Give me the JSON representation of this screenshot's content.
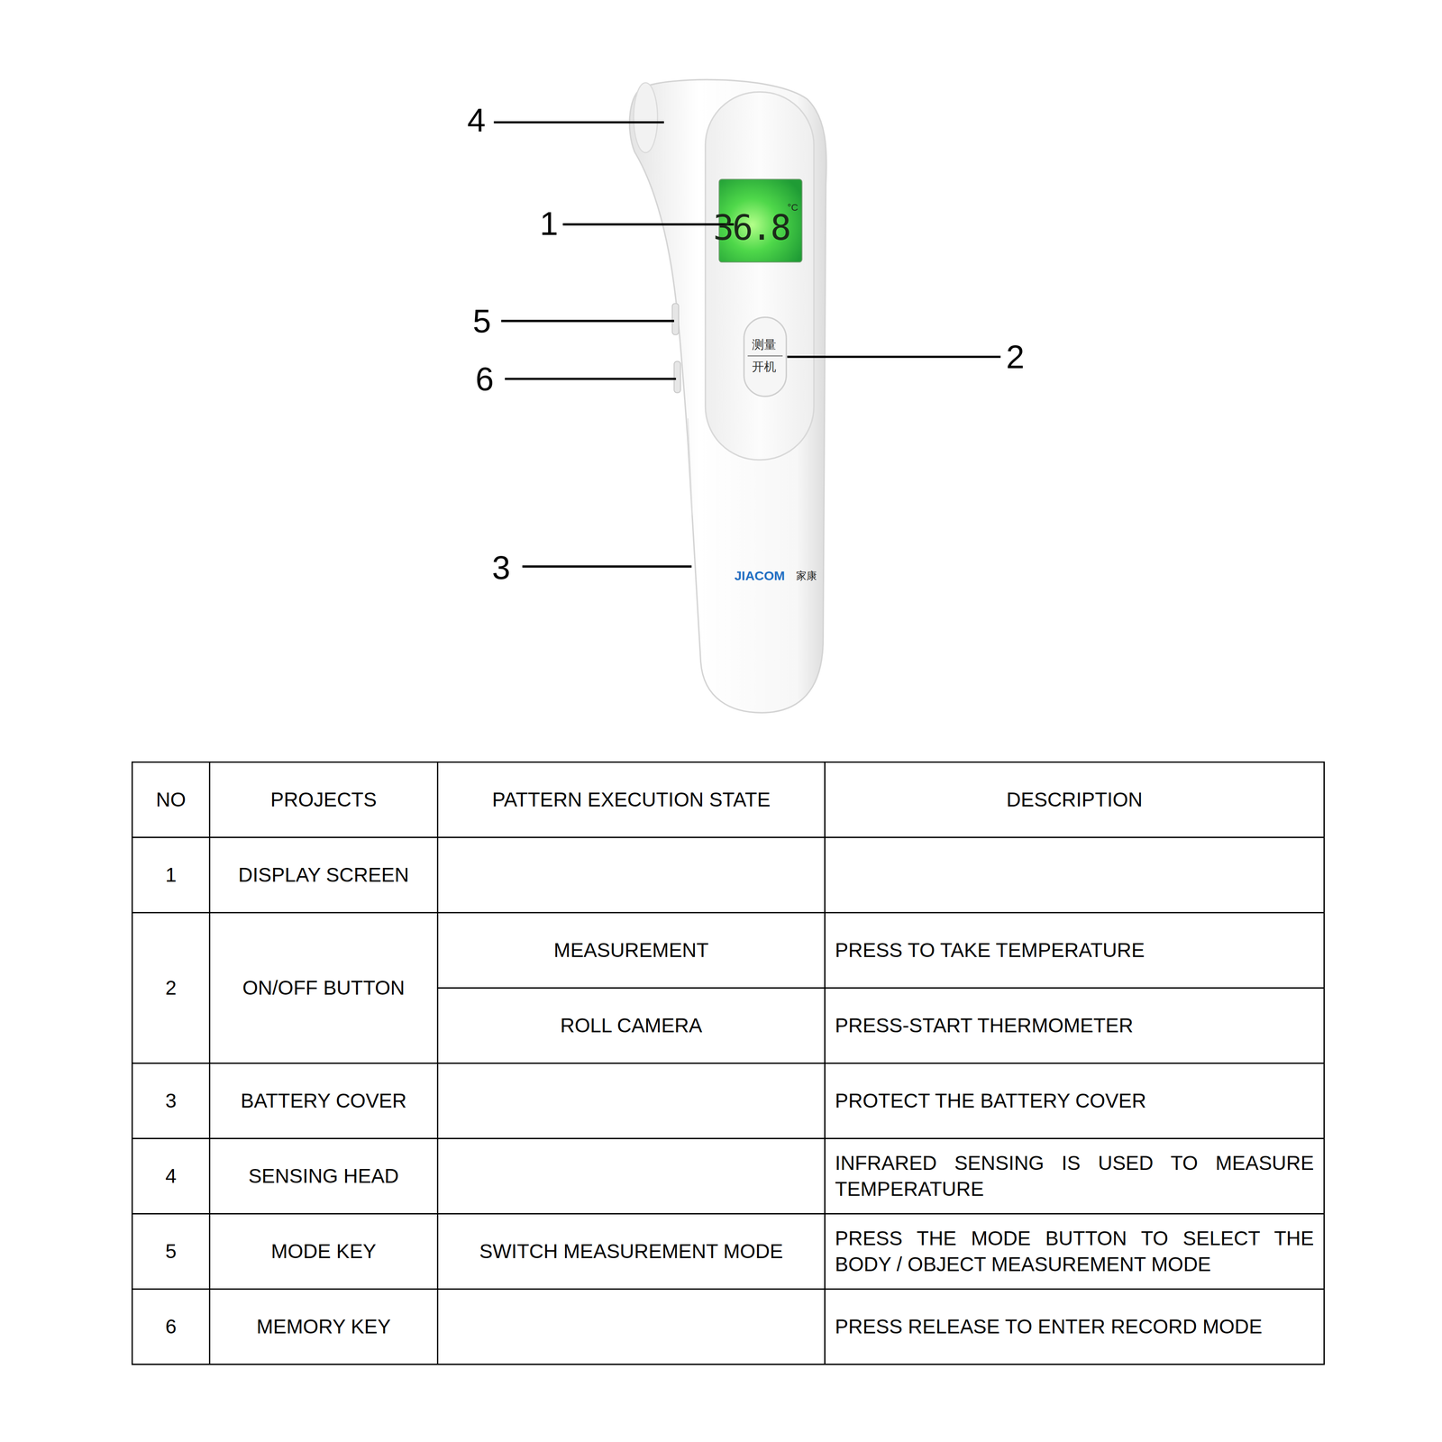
{
  "diagram": {
    "labels": [
      "4",
      "1",
      "5",
      "2",
      "6",
      "3",
      "36.8",
      "°C",
      "测量",
      "开机",
      "JIACOM",
      "家康",
      "NO",
      "PROJECTS",
      "PATTERN EXECUTION STATE",
      "DESCRIPTION",
      "1",
      "DISPLAY SCREEN",
      "2",
      "ON/OFF BUTTON",
      "MEASUREMENT",
      "PRESS TO TAKE TEMPERATURE",
      "ROLL CAMERA",
      "PRESS-START THERMOMETER",
      "3",
      "BATTERY COVER",
      "PROTECT THE BATTERY COVER",
      "4",
      "SENSING HEAD",
      "INFRARED SENSING IS USED TO MEASURE TEMPERATURE",
      "5",
      "MODE KEY",
      "SWITCH MEASUREMENT MODE",
      "PRESS THE MODE BUTTON TO SELECT THE BODY / OBJECT MEASUREMENT MODE",
      "6",
      "MEMORY KEY",
      "PRESS RELEASE TO ENTER RECORD MODE"
    ]
  }
}
